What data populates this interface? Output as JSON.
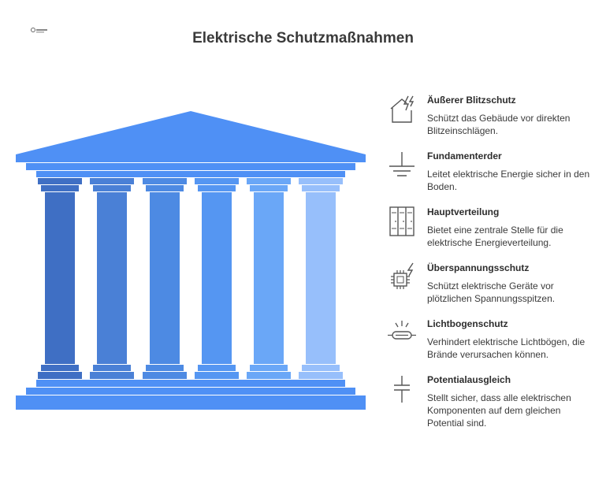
{
  "title": "Elektrische Schutzmaßnahmen",
  "colors": {
    "roof": "#4f90f5",
    "columns": [
      "#3f6fc4",
      "#4a80d6",
      "#4d8ae3",
      "#5596f2",
      "#6aa7f7",
      "#97bffb"
    ],
    "icon_stroke": "#555555"
  },
  "items": [
    {
      "heading": "Äußerer Blitzschutz",
      "text": "Schützt das Gebäude vor direkten Blitzeinschlägen.",
      "icon": "house-lightning-icon"
    },
    {
      "heading": "Fundamenterder",
      "text": "Leitet elektrische Energie sicher in den Boden.",
      "icon": "ground-icon"
    },
    {
      "heading": "Hauptverteilung",
      "text": "Bietet eine zentrale Stelle für die elektrische Energieverteilung.",
      "icon": "distribution-cabinet-icon"
    },
    {
      "heading": "Überspannungsschutz",
      "text": "Schützt elektrische Geräte vor plötzlichen Spannungsspitzen.",
      "icon": "chip-lightning-icon"
    },
    {
      "heading": "Lichtbogenschutz",
      "text": "Verhindert elektrische Lichtbögen, die Brände verursachen können.",
      "icon": "fuse-spark-icon"
    },
    {
      "heading": "Potentialausgleich",
      "text": "Stellt sicher, dass alle elektrischen Komponenten auf dem gleichen Potential sind.",
      "icon": "capacitor-icon"
    }
  ]
}
